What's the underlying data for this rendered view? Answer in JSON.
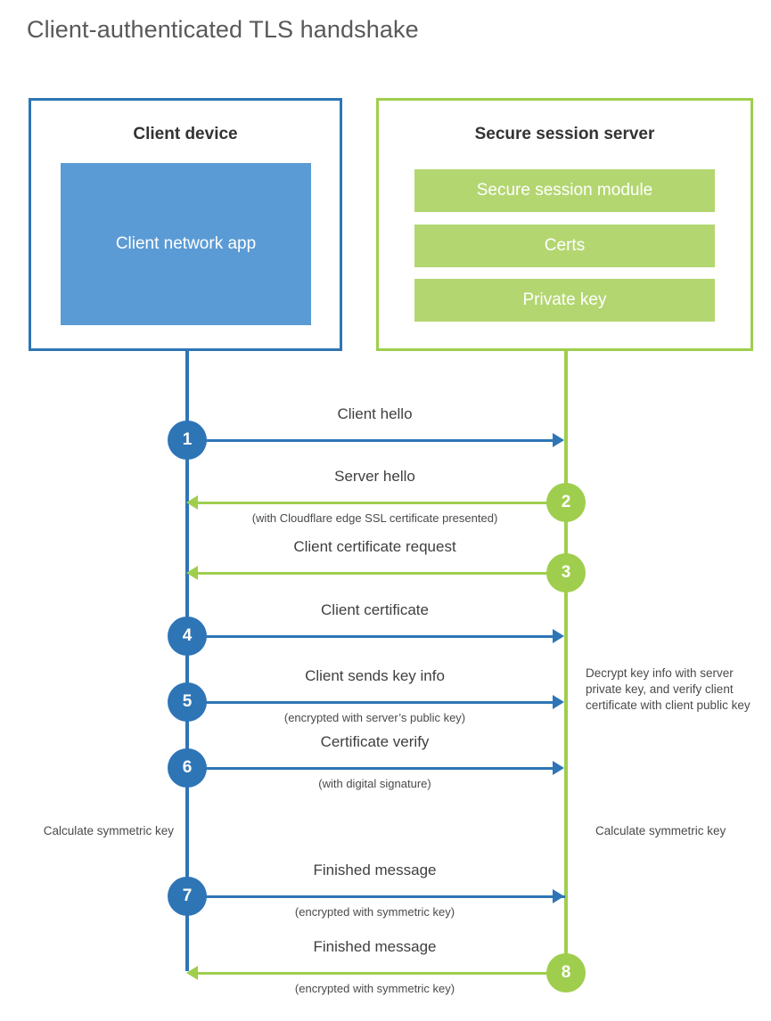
{
  "title": "Client-authenticated TLS handshake",
  "colors": {
    "client_blue_border": "#2e75b6",
    "client_blue_fill": "#5b9bd5",
    "server_green_border": "#9fce4e",
    "server_green_fill": "#b3d671",
    "title_gray": "#58595b",
    "text_gray": "#3f3f3f"
  },
  "client": {
    "title": "Client device",
    "app_label": "Client network app"
  },
  "server": {
    "title": "Secure session server",
    "components": [
      "Secure session module",
      "Certs",
      "Private key"
    ]
  },
  "steps": [
    {
      "number": "1",
      "label": "Client hello",
      "sublabel": "",
      "direction": "client-to-server",
      "color": "blue"
    },
    {
      "number": "2",
      "label": "Server hello",
      "sublabel": "(with Cloudflare edge SSL certificate presented)",
      "direction": "server-to-client",
      "color": "green"
    },
    {
      "number": "3",
      "label": "Client certificate request",
      "sublabel": "",
      "direction": "server-to-client",
      "color": "green"
    },
    {
      "number": "4",
      "label": "Client certificate",
      "sublabel": "",
      "direction": "client-to-server",
      "color": "blue"
    },
    {
      "number": "5",
      "label": "Client sends key info",
      "sublabel": "(encrypted with server’s public key)",
      "direction": "client-to-server",
      "color": "blue"
    },
    {
      "number": "6",
      "label": "Certificate verify",
      "sublabel": "(with digital signature)",
      "direction": "client-to-server",
      "color": "blue"
    },
    {
      "number": "7",
      "label": "Finished message",
      "sublabel": "(encrypted with symmetric key)",
      "direction": "client-to-server",
      "color": "blue"
    },
    {
      "number": "8",
      "label": "Finished message",
      "sublabel": "(encrypted with symmetric key)",
      "direction": "server-to-client",
      "color": "green"
    }
  ],
  "annotations": {
    "server_decrypt": "Decrypt key info with server private key, and verify client certificate with client public key",
    "client_calculate": "Calculate symmetric key",
    "server_calculate": "Calculate symmetric key"
  }
}
